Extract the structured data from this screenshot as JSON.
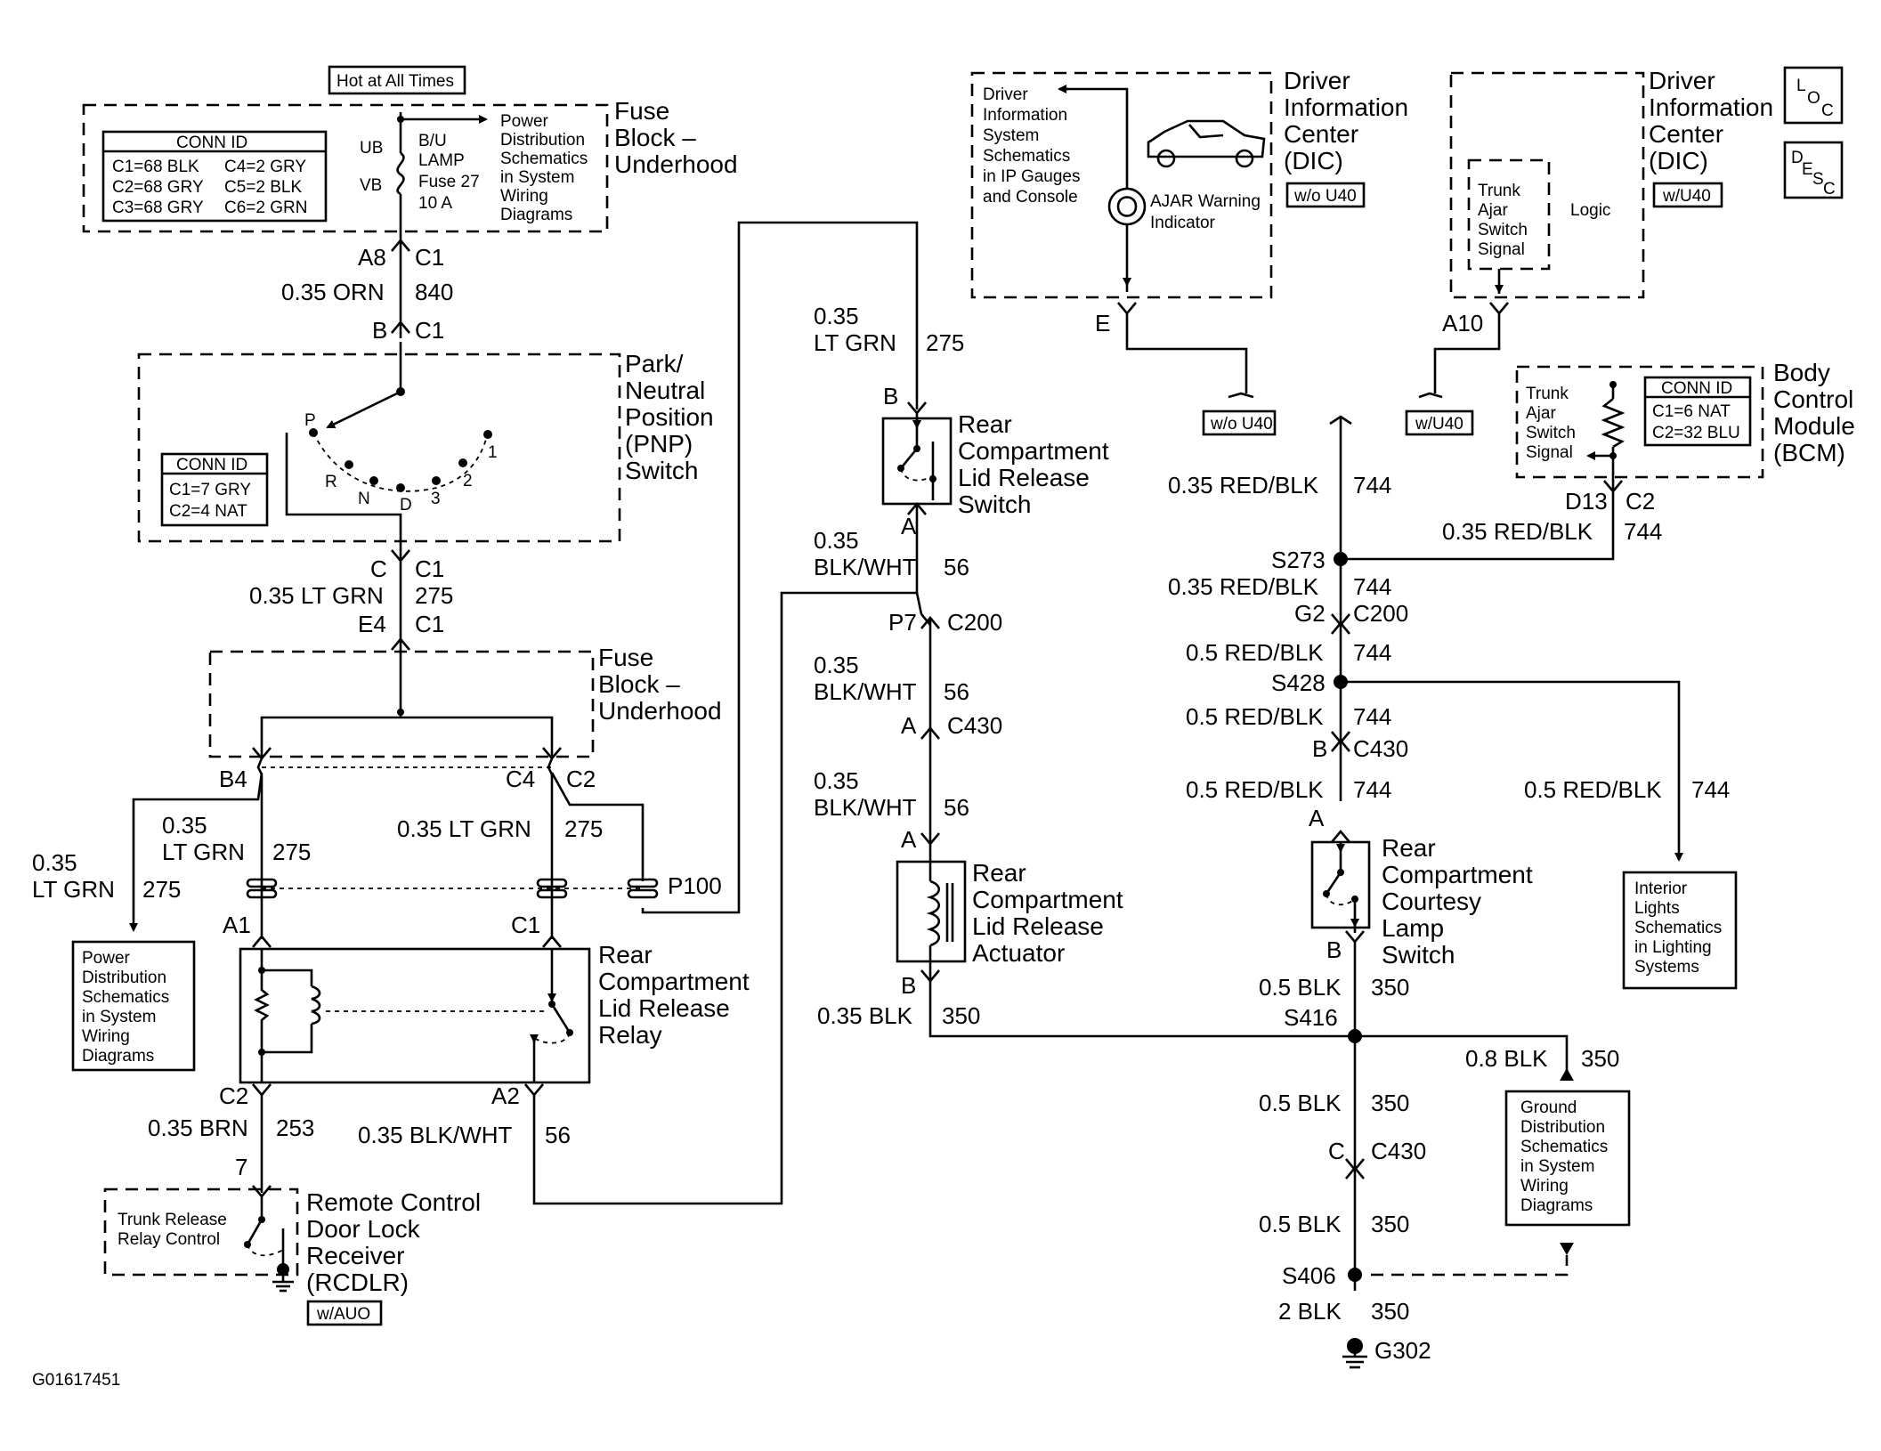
{
  "diagram_id": "G01617451",
  "badges": {
    "loc": [
      "L",
      "O",
      "C"
    ],
    "desc": [
      "D",
      "E",
      "S",
      "C"
    ]
  },
  "hot_at_all_times": "Hot at All Times",
  "fuse_block_top": {
    "title": [
      "Fuse",
      "Block –",
      "Underhood"
    ],
    "conn_id": {
      "title": "CONN ID",
      "rows": [
        "C1=68 BLK",
        "C4=2 GRY",
        "C2=68 GRY",
        "C5=2 BLK",
        "C3=68 GRY",
        "C6=2 GRN"
      ]
    },
    "ub": "UB",
    "vb": "VB",
    "fuse": [
      "B/U",
      "LAMP",
      "Fuse 27",
      "10 A"
    ],
    "pds": [
      "Power",
      "Distribution",
      "Schematics",
      "in System",
      "Wiring",
      "Diagrams"
    ]
  },
  "wire_840": {
    "top_pin": "A8",
    "top_conn": "C1",
    "gauge": "0.35 ORN",
    "circuit": "840",
    "bot_pin": "B",
    "bot_conn": "C1"
  },
  "pnp": {
    "title": [
      "Park/",
      "Neutral",
      "Position",
      "(PNP)",
      "Switch"
    ],
    "conn_id": {
      "title": "CONN ID",
      "rows": [
        "C1=7 GRY",
        "C2=4 NAT"
      ]
    },
    "positions": [
      "P",
      "R",
      "N",
      "D",
      "3",
      "2",
      "1"
    ]
  },
  "wire_275_a": {
    "top_pin": "C",
    "top_conn": "C1",
    "gauge": "0.35 LT GRN",
    "circuit": "275",
    "bot_pin": "E4",
    "bot_conn": "C1"
  },
  "fuse_block_mid": {
    "title": [
      "Fuse",
      "Block –",
      "Underhood"
    ],
    "b4": "B4",
    "c4": "C4",
    "c2": "C2"
  },
  "left_branch": {
    "gauge": [
      "0.35",
      "LT GRN"
    ],
    "circuit": "275"
  },
  "b4_wire": {
    "gauge": [
      "0.35",
      "LT GRN"
    ],
    "circuit": "275"
  },
  "c4_wire": {
    "gauge": "0.35 LT GRN",
    "circuit": "275"
  },
  "p100": "P100",
  "pds_left": [
    "Power",
    "Distribution",
    "Schematics",
    "in System",
    "Wiring",
    "Diagrams"
  ],
  "relay": {
    "a1": "A1",
    "c1": "C1",
    "title": [
      "Rear",
      "Compartment",
      "Lid Release",
      "Relay"
    ],
    "c2": "C2",
    "a2": "A2"
  },
  "wire_253": {
    "gauge": "0.35 BRN",
    "circuit": "253",
    "pin": "7"
  },
  "wire_56_low": {
    "gauge": "0.35 BLK/WHT",
    "circuit": "56"
  },
  "rcdlr": {
    "inner": [
      "Trunk Release",
      "Relay Control"
    ],
    "title": [
      "Remote Control",
      "Door Lock",
      "Receiver",
      "(RCDLR)"
    ],
    "option": "w/AUO"
  },
  "wire_275_b": {
    "gauge": [
      "0.35",
      "LT GRN"
    ],
    "circuit": "275",
    "pin": "B"
  },
  "lid_switch": {
    "title": [
      "Rear",
      "Compartment",
      "Lid Release",
      "Switch"
    ],
    "pin": "A"
  },
  "wire_56_a": {
    "gauge": [
      "0.35",
      "BLK/WHT"
    ],
    "circuit": "56",
    "pin": "P7",
    "conn": "C200"
  },
  "wire_56_b": {
    "gauge": [
      "0.35",
      "BLK/WHT"
    ],
    "circuit": "56",
    "pin": "A",
    "conn": "C430"
  },
  "wire_56_c": {
    "gauge": [
      "0.35",
      "BLK/WHT"
    ],
    "circuit": "56",
    "pin": "A"
  },
  "actuator": {
    "title": [
      "Rear",
      "Compartment",
      "Lid Release",
      "Actuator"
    ],
    "pin": "B"
  },
  "wire_350_left": {
    "gauge": "0.35 BLK",
    "circuit": "350"
  },
  "dic_left": {
    "inner": [
      "Driver",
      "Information",
      "System",
      "Schematics",
      "in IP Gauges",
      "and Console"
    ],
    "indicator": [
      "AJAR Warning",
      "Indicator"
    ],
    "title": [
      "Driver",
      "Information",
      "Center",
      "(DIC)"
    ],
    "option": "w/o U40",
    "pin": "E"
  },
  "dic_right": {
    "inner": [
      "Trunk",
      "Ajar",
      "Switch",
      "Signal"
    ],
    "logic": "Logic",
    "title": [
      "Driver",
      "Information",
      "Center",
      "(DIC)"
    ],
    "option": "w/U40",
    "pin": "A10"
  },
  "options": {
    "left": "w/o U40",
    "right": "w/U40"
  },
  "bcm": {
    "inner": [
      "Trunk",
      "Ajar",
      "Switch",
      "Signal"
    ],
    "conn_id": {
      "title": "CONN ID",
      "rows": [
        "C1=6 NAT",
        "C2=32 BLU"
      ]
    },
    "title": [
      "Body",
      "Control",
      "Module",
      "(BCM)"
    ],
    "pin": "D13",
    "conn": "C2"
  },
  "wire_744_top": {
    "gauge": "0.35 RED/BLK",
    "circuit": "744"
  },
  "wire_744_bcm": {
    "gauge": "0.35 RED/BLK",
    "circuit": "744"
  },
  "s273": "S273",
  "wire_744_b": {
    "gauge": "0.35 RED/BLK",
    "circuit": "744",
    "pin": "G2",
    "conn": "C200"
  },
  "wire_744_c": {
    "gauge": "0.5 RED/BLK",
    "circuit": "744"
  },
  "s428": "S428",
  "wire_744_d": {
    "gauge": "0.5 RED/BLK",
    "circuit": "744",
    "pin": "B",
    "conn": "C430"
  },
  "wire_744_e": {
    "gauge": "0.5 RED/BLK",
    "circuit": "744",
    "pin": "A"
  },
  "wire_744_right": {
    "gauge": "0.5 RED/BLK",
    "circuit": "744"
  },
  "interior": [
    "Interior",
    "Lights",
    "Schematics",
    "in Lighting",
    "Systems"
  ],
  "courtesy": {
    "title": [
      "Rear",
      "Compartment",
      "Courtesy",
      "Lamp",
      "Switch"
    ],
    "pin": "B"
  },
  "wire_350_a": {
    "gauge": "0.5 BLK",
    "circuit": "350"
  },
  "s416": "S416",
  "wire_350_b": {
    "gauge": "0.5 BLK",
    "circuit": "350",
    "pin": "C",
    "conn": "C430"
  },
  "wire_350_right": {
    "gauge": "0.8 BLK",
    "circuit": "350"
  },
  "ground_dist": [
    "Ground",
    "Distribution",
    "Schematics",
    "in System",
    "Wiring",
    "Diagrams"
  ],
  "wire_350_c": {
    "gauge": "0.5 BLK",
    "circuit": "350"
  },
  "s406": "S406",
  "wire_350_d": {
    "gauge": "2 BLK",
    "circuit": "350"
  },
  "g302": "G302"
}
